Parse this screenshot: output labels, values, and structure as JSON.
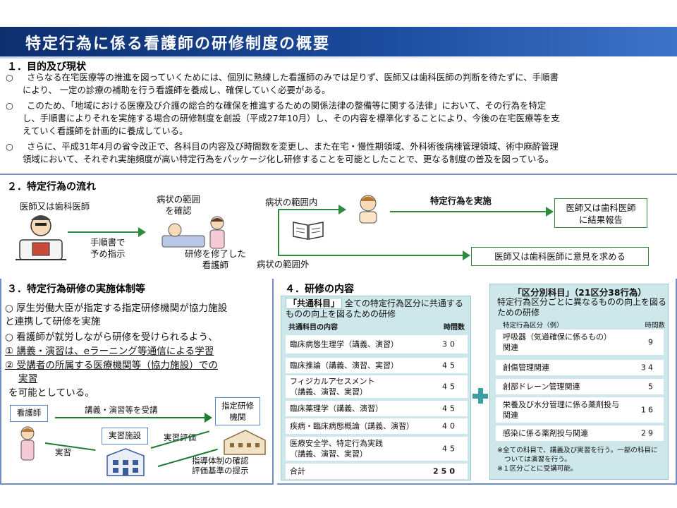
{
  "title": "特定行為に係る看護師の研修制度の概要",
  "s1": {
    "heading": "１．目的及び現状",
    "bullet": "○",
    "paras": [
      [
        "さらなる在宅医療等の推進を図っていくためには、個別に熟練した看護師のみでは足りず、医師又は歯科医師の判断を待たずに、手順書",
        "により、 一定の診療の補助を行う看護師を養成し、確保していく必要がある。"
      ],
      [
        "このため、「地域における医療及び介護の総合的な確保を推進するための関係法律の整備等に関する法律」において、その行為を特定",
        "し、手順書によりそれを実施する場合の研修制度を創設（平成27年10月）し、その内容を標準化することにより、今後の在宅医療等を支",
        "えていく看護師を計画的に養成している。"
      ],
      [
        "さらに、平成31年4月の省令改正で、各科目の内容及び時間数を変更し、また在宅・慢性期領域、外科術後病棟管理領域、術中麻酔管理",
        "領域において、それぞれ実施頻度が高い特定行為をパッケージ化し研修することを可能としたことで、更なる制度の普及を図っている。"
      ]
    ]
  },
  "s2": {
    "heading": "２．特定行為の流れ",
    "doctor": "医師又は歯科医師",
    "instruct": [
      "手順書で",
      "予め指示"
    ],
    "confirm": [
      "病状の範囲",
      "を確認"
    ],
    "trained": [
      "研修を修了した",
      "看護師"
    ],
    "in_range": "病状の範囲内",
    "out_range": "病状の範囲外",
    "perform": "特定行為を実施",
    "report": [
      "医師又は歯科医師",
      "に結果報告"
    ],
    "consult": "医師又は歯科医師に意見を求める"
  },
  "s3": {
    "heading": "３．特定行為研修の実施体制等",
    "lines": [
      "○ 厚生労働大臣が指定する指定研修機関が協力施設",
      "と連携して研修を実施",
      "○ 看護師が就労しながら研修を受けられるよう、",
      "① 講義・演習は、eラーニング等通信による学習",
      "② 受講者の所属する医療機関等（協力施設）での",
      "実習",
      "を可能としている。"
    ],
    "nurse": "看護師",
    "lecture": "講義・演習等を受講",
    "institution": [
      "指定研修",
      "機関"
    ],
    "facility": "実習施設",
    "evaluation": "実習評価",
    "practice": "実習",
    "guidance": [
      "指導体制の確認",
      "評価基準の提示"
    ]
  },
  "s4": {
    "heading": "４．研修の内容",
    "common": {
      "tag": "「共通科目」",
      "desc": "全ての特定行為区分に共通するものの向上を図るための研修",
      "col_name": "共通科目の内容",
      "col_hours": "時間数",
      "rows": [
        {
          "name": [
            "臨床病態生理学（講義、演習）"
          ],
          "hours": "30"
        },
        {
          "name": [
            "臨床推論（講義、演習、実習）"
          ],
          "hours": "45"
        },
        {
          "name": [
            "フィジカルアセスメント",
            "（講義、演習、実習）"
          ],
          "hours": "45"
        },
        {
          "name": [
            "臨床薬理学（講義、演習）"
          ],
          "hours": "45"
        },
        {
          "name": [
            "疾病・臨床病態概論（講義、演習）"
          ],
          "hours": "40"
        },
        {
          "name": [
            "医療安全学、特定行為実践",
            "（講義、演習、実習）"
          ],
          "hours": "45"
        },
        {
          "name": [
            "合計"
          ],
          "hours": "250"
        }
      ]
    },
    "category": {
      "title": "「区分別科目」（21区分38行為）",
      "desc": "特定行為区分ごとに異なるものの向上を図るための研修",
      "col_name": "特定行為区分（例）",
      "col_hours": "時間数",
      "rows": [
        {
          "name": [
            "呼吸器（気道確保に係るもの）",
            "関連"
          ],
          "hours": "9"
        },
        {
          "name": [
            "創傷管理関連"
          ],
          "hours": "34"
        },
        {
          "name": [
            "創部ドレーン管理関連"
          ],
          "hours": "5"
        },
        {
          "name": [
            "栄養及び水分管理に係る薬剤投与",
            "関連"
          ],
          "hours": "16"
        },
        {
          "name": [
            "感染に係る薬剤投与関連"
          ],
          "hours": "29"
        }
      ],
      "notes": [
        "※全ての科目で、講義及び実習を行う。一部の科目に",
        "ついては演習を行う。",
        "※１区分ごとに受講可能。"
      ]
    }
  },
  "colors": {
    "title_bar": "#1b4a9c",
    "accent_green": "#2e8b3e",
    "panel_teal": "#cde7ea",
    "plus": "#3c9fa6",
    "border_blue": "#6f8fc6"
  }
}
